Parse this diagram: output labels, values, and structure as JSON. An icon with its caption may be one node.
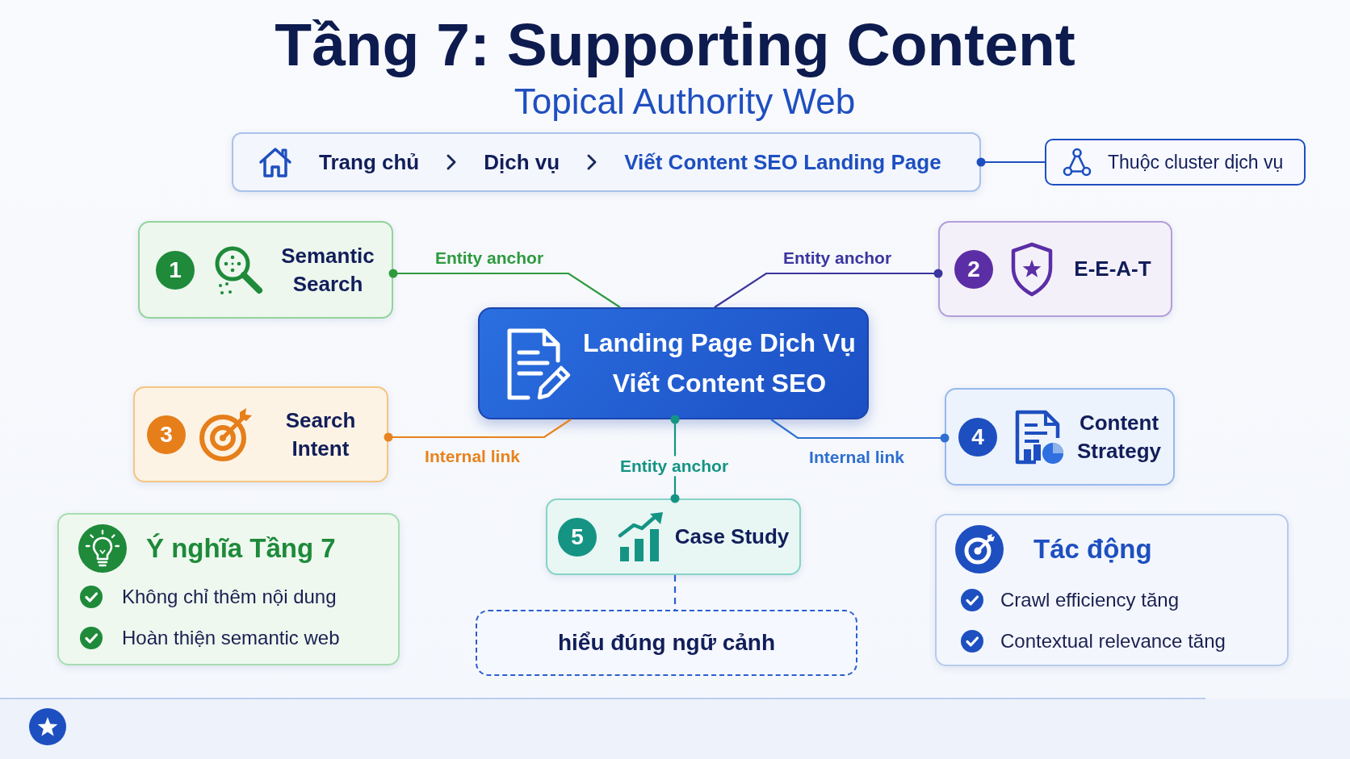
{
  "diagram": {
    "title": "Tầng 7: Supporting Content",
    "nodes": [
      {
        "text": [
          "Trang chủ",
          "Dịch vụ",
          "Viết Content SEO Landing Page"
        ]
      },
      {
        "text": [
          "Thuộc cluster dịch vụ"
        ]
      },
      {
        "text": [
          "1",
          "Semantic Search"
        ]
      },
      {
        "text": [
          "2",
          "E-E-A-T"
        ]
      },
      {
        "text": [
          "Landing Page Dịch Vụ Viết Content SEO"
        ]
      },
      {
        "text": [
          "3",
          "Search Intent"
        ]
      },
      {
        "text": [
          "4",
          "Content Strategy"
        ]
      },
      {
        "text": [
          "Ý nghĩa Tầng 7",
          "Không chỉ thêm nội dung",
          "Hoàn thiện semantic web"
        ]
      },
      {
        "text": [
          "5",
          "Case Study"
        ]
      },
      {
        "text": [
          "Tác động",
          "Crawl efficiency tăng",
          "Contextual relevance tăng"
        ]
      },
      {
        "text": [
          "hiểu đúng ngữ cảnh"
        ]
      }
    ],
    "edges": [
      {
        "from": 0,
        "to": 1,
        "arrow": "other",
        "color": "#1d4fc0"
      },
      {
        "from": 2,
        "to": 4,
        "arrow": "other",
        "label": "Entity anchor",
        "color": "#2e9a3e"
      },
      {
        "from": 3,
        "to": 4,
        "arrow": "other",
        "label": "Entity anchor",
        "color": "#3b35a0"
      },
      {
        "from": 5,
        "to": 4,
        "arrow": "other",
        "label": "Internal link",
        "color": "#e8821e"
      },
      {
        "from": 6,
        "to": 4,
        "arrow": "other",
        "label": "Internal link",
        "color": "#2e6fd0"
      },
      {
        "from": 4,
        "to": 8,
        "arrow": "other",
        "label": "Entity anchor",
        "color": "#159484"
      },
      {
        "from": 8,
        "to": 10,
        "arrow": "none",
        "style": "dashed",
        "color": "#2a5fd0"
      }
    ],
    "labels": [
      "Topical Authority Web"
    ]
  }
}
